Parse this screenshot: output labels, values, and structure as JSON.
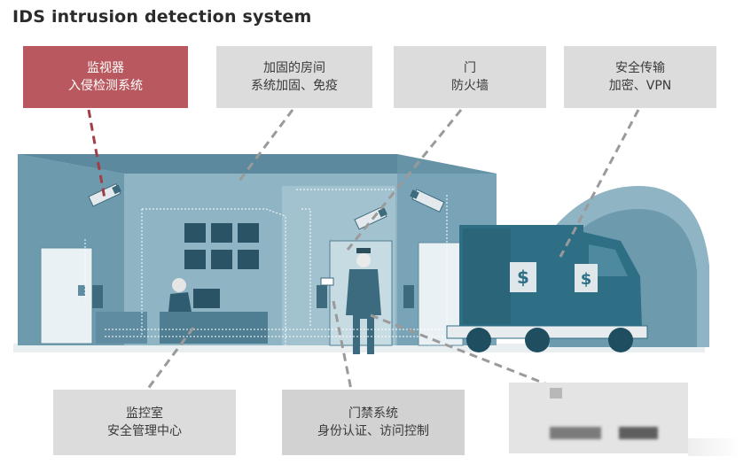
{
  "title": "IDS intrusion detection system",
  "labels": {
    "monitor": {
      "line1": "监视器",
      "line2": "入侵检测系统"
    },
    "room": {
      "line1": "加固的房间",
      "line2": "系统加固、免疫"
    },
    "door": {
      "line1": "门",
      "line2": "防火墙"
    },
    "transport": {
      "line1": "安全传输",
      "line2": "加密、VPN"
    },
    "control_room": {
      "line1": "监控室",
      "line2": "安全管理中心"
    },
    "access": {
      "line1": "门禁系统",
      "line2": "身份认证、访问控制"
    }
  },
  "symbols": {
    "dollar": "$"
  },
  "colors": {
    "building_front": "#8fb4c4",
    "building_side": "#6e9aae",
    "building_roof": "#5f8ca0",
    "truck": "#2f6f86",
    "accent_red": "#b9585e",
    "label_gray": "#dcdcdc"
  }
}
